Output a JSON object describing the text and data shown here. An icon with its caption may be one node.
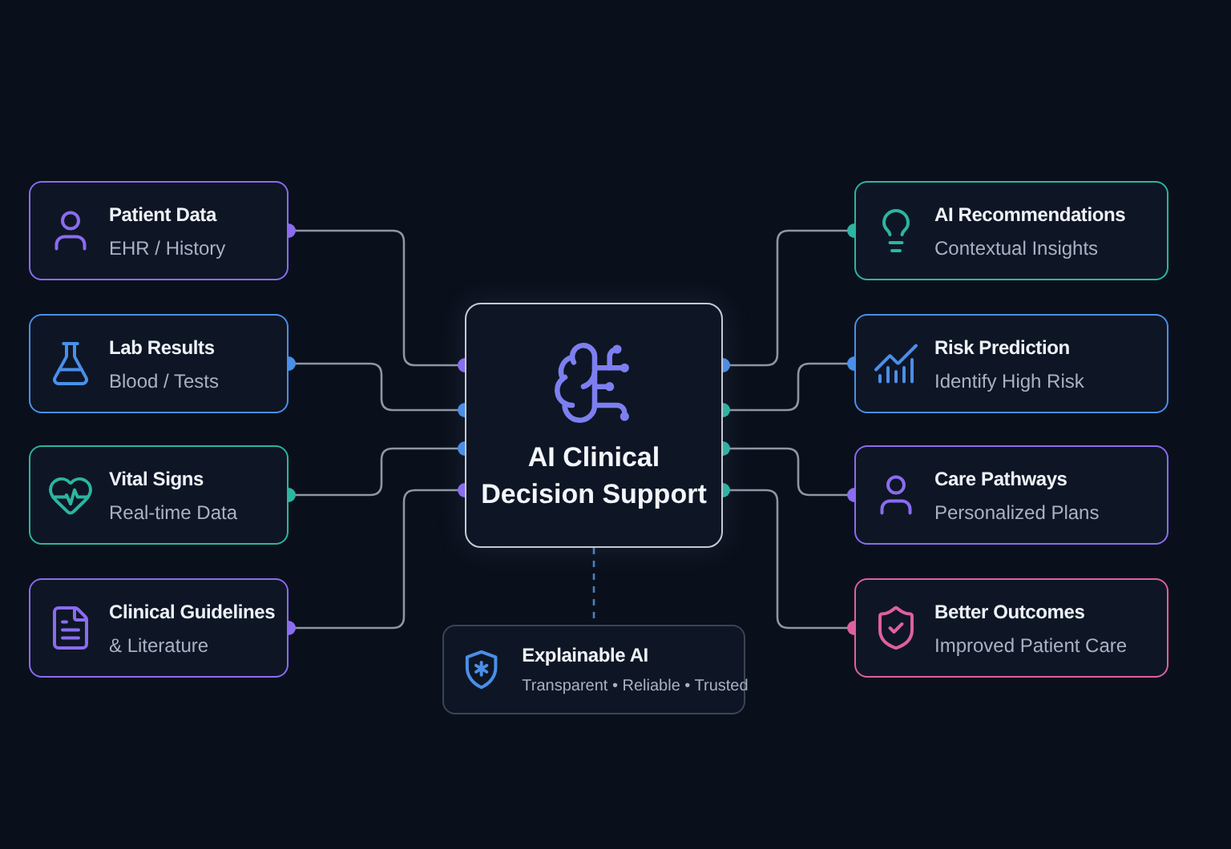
{
  "diagram": {
    "nodes": [
      {
        "text": [
          "Patient Data",
          "EHR / History"
        ]
      },
      {
        "text": [
          "Lab Results",
          "Blood / Tests"
        ]
      },
      {
        "text": [
          "Vital Signs",
          "Real-time Data"
        ]
      },
      {
        "text": [
          "Clinical Guidelines",
          "& Literature"
        ]
      },
      {
        "text": [
          "AI Clinical Decision Support"
        ]
      },
      {
        "text": [
          "AI Recommendations",
          "Contextual Insights"
        ]
      },
      {
        "text": [
          "Risk Prediction",
          "Identify High Risk"
        ]
      },
      {
        "text": [
          "Care Pathways",
          "Personalized Plans"
        ]
      },
      {
        "text": [
          "Better Outcomes",
          "Improved Patient Care"
        ]
      },
      {
        "text": [
          "Explainable AI",
          "Transparent • Reliable • Trusted"
        ]
      }
    ],
    "edges": [
      {
        "from": 0,
        "to": 4,
        "arrow": "other"
      },
      {
        "from": 1,
        "to": 4,
        "arrow": "other"
      },
      {
        "from": 2,
        "to": 4,
        "arrow": "other"
      },
      {
        "from": 3,
        "to": 4,
        "arrow": "other"
      },
      {
        "from": 4,
        "to": 5,
        "arrow": "other"
      },
      {
        "from": 4,
        "to": 6,
        "arrow": "other"
      },
      {
        "from": 4,
        "to": 7,
        "arrow": "other"
      },
      {
        "from": 4,
        "to": 8,
        "arrow": "other"
      },
      {
        "from": 4,
        "to": 9,
        "arrow": "none",
        "style": "dashed",
        "color": "#4a7fc1"
      }
    ]
  }
}
